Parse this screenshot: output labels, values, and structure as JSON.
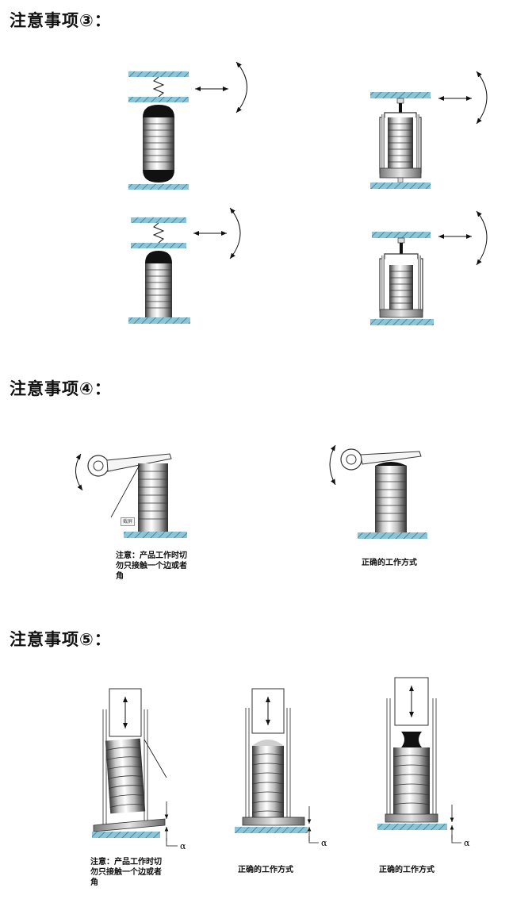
{
  "sections": [
    {
      "heading": "注意事项③："
    },
    {
      "heading": "注意事项④：",
      "captions": {
        "wrong": "注意：产品工作时切勿只接触一个边或者角",
        "right": "正确的工作方式"
      },
      "stamp": "截屏"
    },
    {
      "heading": "注意事项⑤：",
      "captions": {
        "wrong": "注意：产品工作时切勿只接触一个边或者角",
        "right_a": "正确的工作方式",
        "right_b": "正确的工作方式"
      },
      "angle_symbol": "α"
    }
  ],
  "colors": {
    "hatch": "#8ec5d6",
    "hatch_line": "#2a6f86",
    "metal_dark": "#333333",
    "metal_light": "#f2f2f2",
    "cap": "#111111"
  },
  "icons": [
    "spring-icon",
    "double-arrow-icon",
    "rotation-arrow-icon",
    "lever-eye-icon"
  ]
}
